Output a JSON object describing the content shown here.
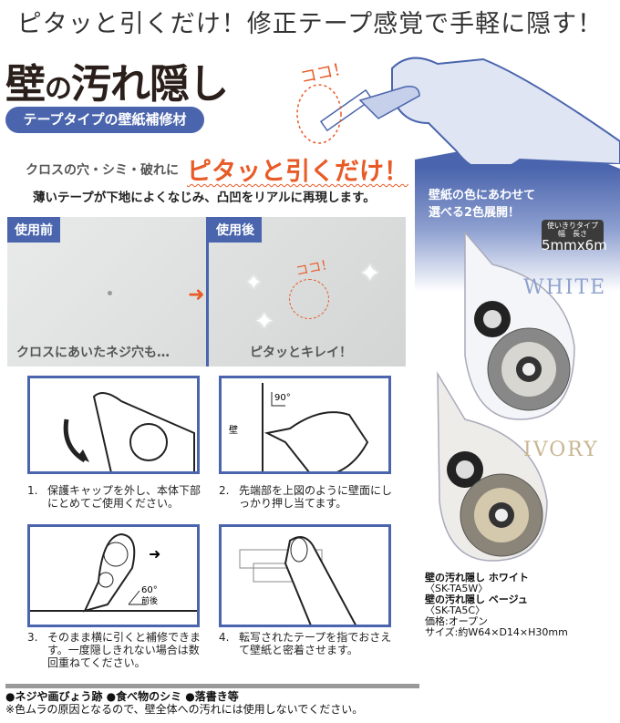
{
  "headline": "ピタッと引くだけ！修正テープ感覚で手軽に隠す！",
  "title": {
    "part1": "壁",
    "part2": "の",
    "part3": "汚れ隠し"
  },
  "pill": "テープタイプの壁紙補修材",
  "koko": "ココ！",
  "sub1": "クロスの穴・シミ・破れに",
  "sub1_emph": "ピタッと引くだけ！",
  "sub2": "薄いテープが下地によくなじみ、凸凹をリアルに再現します。",
  "panel": {
    "line1": "壁紙の色にあわせて",
    "line2": "選べる2色展開！"
  },
  "badge": {
    "type": "使いきりタイプ",
    "labels": "幅　長さ",
    "size": "5mmx6m"
  },
  "colors_labels": {
    "white": "WHITE",
    "ivory": "IVORY"
  },
  "photos": {
    "before_tag": "使用前",
    "before_caption": "クロスにあいたネジ穴も…",
    "after_tag": "使用後",
    "after_caption": "ピタッとキレイ！",
    "after_koko": "ココ！"
  },
  "steps": [
    {
      "num": "1.",
      "text": "保護キャップを外し、本体下部にとめてご使用ください。"
    },
    {
      "num": "2.",
      "text": "先端部を上図のように壁面にしっかり押し当てます。",
      "angle": "90°",
      "wall": "壁"
    },
    {
      "num": "3.",
      "text": "そのまま横に引くと補修できます。一度隠しきれない場合は数回重ねてください。",
      "angle": "60°",
      "angle_note": "前後"
    },
    {
      "num": "4.",
      "text": "転写されたテープを指でおさえて壁紙と密着させます。"
    }
  ],
  "specs": {
    "name_white": "壁の汚れ隠し ホワイト",
    "code_white": "〈SK-TA5W〉",
    "name_beige": "壁の汚れ隠し ベージュ",
    "code_beige": "〈SK-TA5C〉",
    "price": "価格:オープン",
    "size": "サイズ:約W64×D14×H30mm"
  },
  "bottom": {
    "uses": "●ネジや画びょう跡 ●食べ物のシミ ●落書き等",
    "note": "※色ムラの原因となるので、壁全体への汚れには使用しないでください。"
  },
  "accent": {
    "blue": "#4a65ad",
    "orange": "#e85a26"
  }
}
